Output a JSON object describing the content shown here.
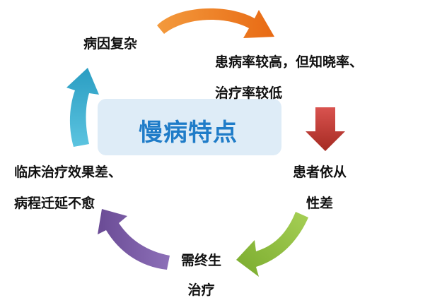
{
  "center": {
    "title": "慢病特点"
  },
  "steps": [
    {
      "lines": [
        "病因复杂"
      ]
    },
    {
      "lines": [
        "患病率较高，但知晓率、",
        "治疗率较低"
      ]
    },
    {
      "lines": [
        "患者依从",
        "性差"
      ]
    },
    {
      "lines": [
        "需终生",
        "治疗"
      ]
    },
    {
      "lines": [
        "临床治疗效果差、",
        "病程迁延不愈"
      ]
    }
  ],
  "colors": {
    "title": "#1f7cc8",
    "arrow_orange": "#f07e24",
    "arrow_red": "#c0392b",
    "arrow_green": "#8cbd3f",
    "arrow_purple": "#7d5fa6",
    "arrow_teal": "#3aaed0"
  },
  "icons": {
    "cycle": "circular-arrow-icon"
  }
}
